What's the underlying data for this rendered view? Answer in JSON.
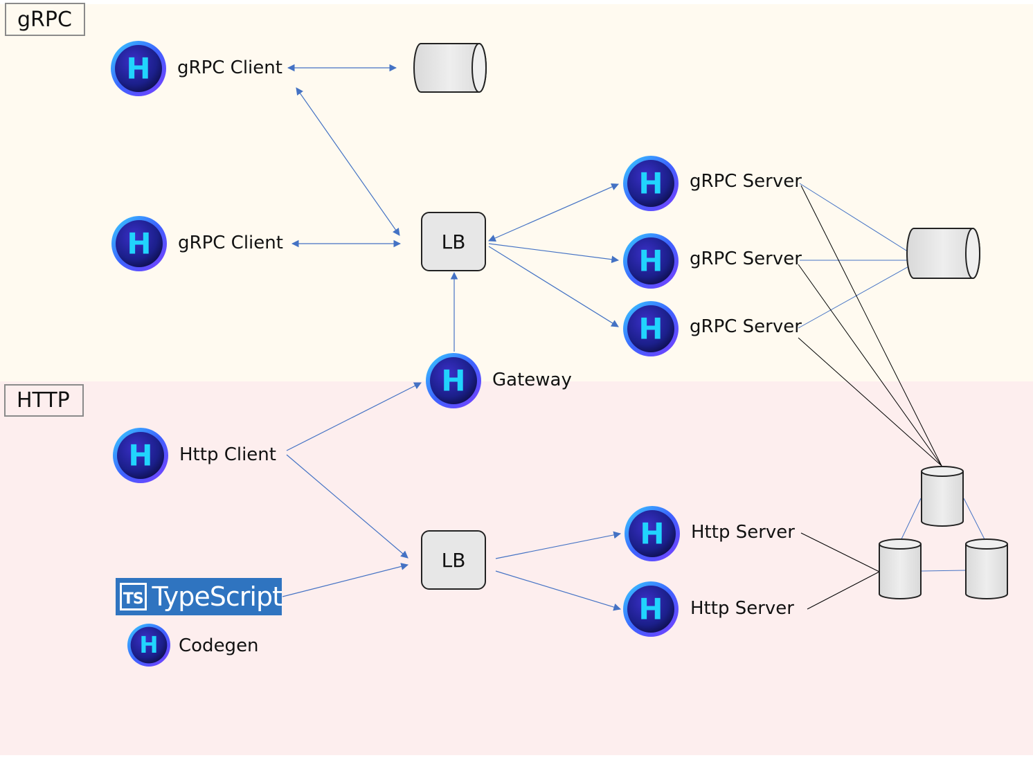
{
  "zones": {
    "grpc": "gRPC",
    "http": "HTTP"
  },
  "nodes": {
    "grpc_client_1": "gRPC Client",
    "grpc_client_2": "gRPC Client",
    "grpc_server_1": "gRPC Server",
    "grpc_server_2": "gRPC Server",
    "grpc_server_3": "gRPC Server",
    "gateway": "Gateway",
    "http_client": "Http Client",
    "http_server_1": "Http Server",
    "http_server_2": "Http Server",
    "codegen": "Codegen",
    "lb_grpc": "LB",
    "lb_http": "LB",
    "typescript_logo": "TypeScript"
  },
  "icons": {
    "node_icon": "h-logo-icon",
    "node_icon_letter": "H",
    "database": "database-icon",
    "typescript": "typescript-logo-icon",
    "typescript_badge": "TS"
  },
  "colors": {
    "grpc_zone": "#fffaf0",
    "http_zone": "#fdeeee",
    "arrow": "#4472c4",
    "black_link": "#000000",
    "storage_fill": "#e7e7e7",
    "icon_ring": "#1b1f8a",
    "icon_letter": "#21d4fd"
  }
}
